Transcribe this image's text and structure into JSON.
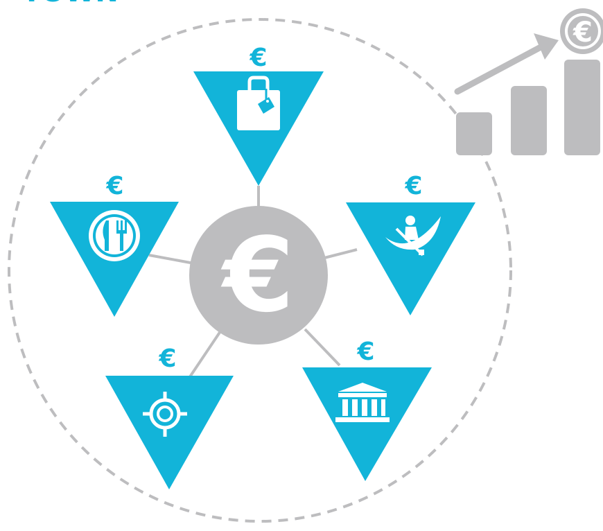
{
  "colors": {
    "accent": "#12b4d9",
    "gray": "#bdbdbf",
    "white": "#ffffff"
  },
  "header_fragment": "TOWN",
  "center": {
    "symbol": "€"
  },
  "nodes": [
    {
      "id": "shopping",
      "symbol": "€",
      "icon": "shopping-bag-icon"
    },
    {
      "id": "dining",
      "symbol": "€",
      "icon": "knife-fork-icon"
    },
    {
      "id": "leisure",
      "symbol": "€",
      "icon": "canoe-icon"
    },
    {
      "id": "transport",
      "symbol": "€",
      "icon": "roundabout-icon"
    },
    {
      "id": "culture",
      "symbol": "€",
      "icon": "museum-icon"
    }
  ],
  "growth_chart": {
    "symbol": "€",
    "icon": "rising-bar-chart-icon"
  }
}
